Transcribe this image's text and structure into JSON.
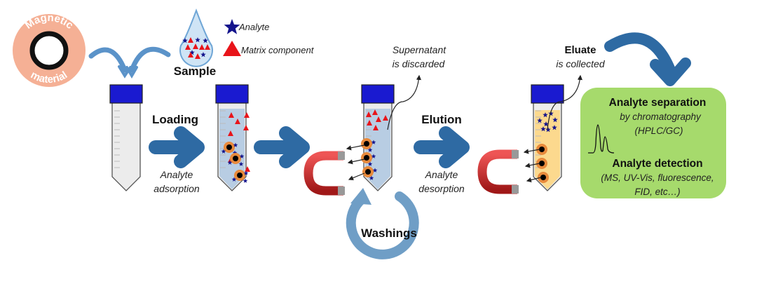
{
  "legend": {
    "analyte": "Analyte",
    "matrix": "Matrix component"
  },
  "labels": {
    "magnetic_material": [
      "Magnetic",
      "material"
    ],
    "sample": "Sample",
    "loading": "Loading",
    "loading_sub": [
      "Analyte",
      "adsorption"
    ],
    "supernatant": [
      "Supernatant",
      "is discarded"
    ],
    "washings": "Washings",
    "elution": "Elution",
    "elution_sub": [
      "Analyte",
      "desorption"
    ],
    "eluate": "Eluate",
    "eluate_sub": "is collected"
  },
  "result_box": {
    "separation_title": "Analyte separation",
    "separation_sub": [
      "by chromatography",
      "(HPLC/GC)"
    ],
    "detection_title": "Analyte detection",
    "detection_sub": [
      "(MS, UV-Vis, fluorescence,",
      "FID, etc…)"
    ]
  },
  "colors": {
    "arrow": "#2e6aa3",
    "wash": "#6f9ec6",
    "analyte": "#14148c",
    "matrix": "#e8141a",
    "particle": "#e88a3c",
    "green_box": "#a6da6c",
    "cap": "#1a1ad0",
    "eluate": "#fcd98e",
    "sample_liquid": "#b8cde3"
  }
}
